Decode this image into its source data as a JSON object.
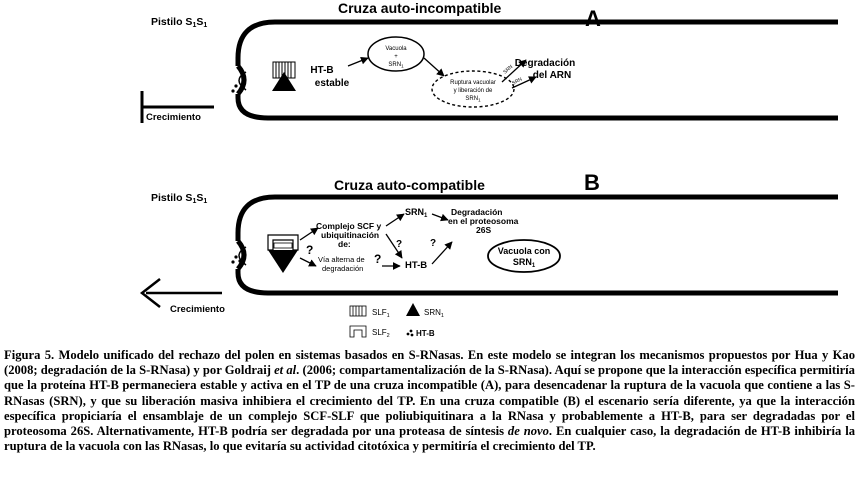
{
  "panel_a": {
    "title": "Cruza auto-incompatible",
    "letter": "A",
    "pistil_label": "Pistilo S",
    "pistil_sub1": "1",
    "pistil_mid": "S",
    "pistil_sub2": "1",
    "growth_label": "Crecimiento",
    "htb_label_1": "HT-B",
    "htb_label_2": "estable",
    "vacuole_line_1": "Vacuola",
    "vacuole_line_2": "+",
    "vacuole_line_3": "SRN",
    "vacuole_line_3_sub": "1",
    "rupture_line_1": "Ruptura vacuolar",
    "rupture_line_2": "y liberación de",
    "rupture_line_3": "SRN",
    "rupture_line_3_sub": "1",
    "arrow_label_1": "SRN",
    "arrow_label_2": "SRN",
    "degradation_line_1": "Degradación",
    "degradation_line_2": "del ARN"
  },
  "panel_b": {
    "title": "Cruza auto-compatible",
    "letter": "B",
    "pistil_label": "Pistilo S",
    "pistil_sub1": "1",
    "pistil_mid": "S",
    "pistil_sub2": "1",
    "growth_label": "Crecimiento",
    "complex_line_1": "Complejo SCF y",
    "complex_line_2": "ubiquitinación",
    "complex_line_3": "de:",
    "alt_line_1": "Vía alterna de",
    "alt_line_2": "degradación",
    "srn_label": "SRN",
    "srn_sub": "1",
    "htb_label": "HT-B",
    "proteasome_line_1": "Degradación",
    "proteasome_line_2": "en el proteosoma",
    "proteasome_line_3": "26S",
    "vacuole_line_1": "Vacuola con",
    "vacuole_line_2": "SRN",
    "vacuole_sub": "1",
    "question": "?"
  },
  "legend": {
    "slf1": "SLF",
    "slf1_sub": "1",
    "srn1": "SRN",
    "srn1_sub": "1",
    "slf2": "SLF",
    "slf2_sub": "2",
    "htb": "HT-B"
  },
  "caption": {
    "label": "Figura 5.",
    "text_1": "Modelo unificado del rechazo del polen en sistemas basados en S-RNasas. En este modelo se integran los mecanismos propuestos por Hua y Kao (2008; degradación de la S-RNasa) y por Goldraij ",
    "et_al": "et al",
    "text_2": ". (2006; compartamentalización de la S-RNasa). Aquí se propone que la interacción específica permitiría que la proteína HT-B permaneciera estable y activa en el TP de una cruza incompatible (A), para desencadenar la ruptura de la vacuola que contiene  a las S-RNasas (SRN), y que su liberación masiva inhibiera el crecimiento del TP. En una cruza compatible (B) el escenario sería diferente, ya que la interacción específica propiciaría el ensamblaje de un complejo SCF-SLF que  poliubiquitinara a la RNasa y probablemente a HT-B, para ser degradadas por el proteosoma 26S. Alternativamente, HT-B podría ser degradada por una proteasa de síntesis ",
    "de_novo": "de novo",
    "text_3": ". En cualquier caso, la degradación de HT-B inhibiría la ruptura de la vacuola con las RNasas, lo que evitaría su actividad citotóxica y permitiría el crecimiento del TP."
  }
}
